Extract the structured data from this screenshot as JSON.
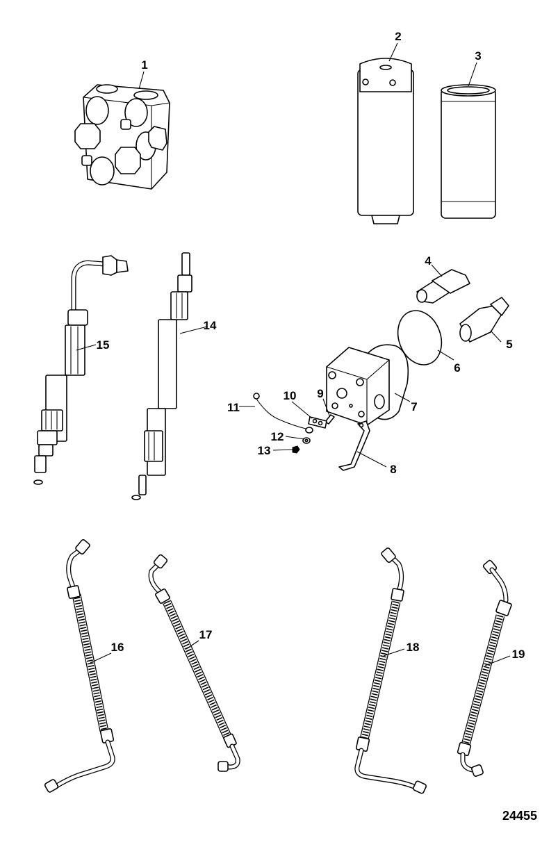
{
  "diagram": {
    "figure_number": "24455",
    "callouts": [
      "1",
      "2",
      "3",
      "4",
      "5",
      "6",
      "7",
      "8",
      "9",
      "10",
      "11",
      "12",
      "13",
      "14",
      "15",
      "16",
      "17",
      "18",
      "19"
    ]
  }
}
